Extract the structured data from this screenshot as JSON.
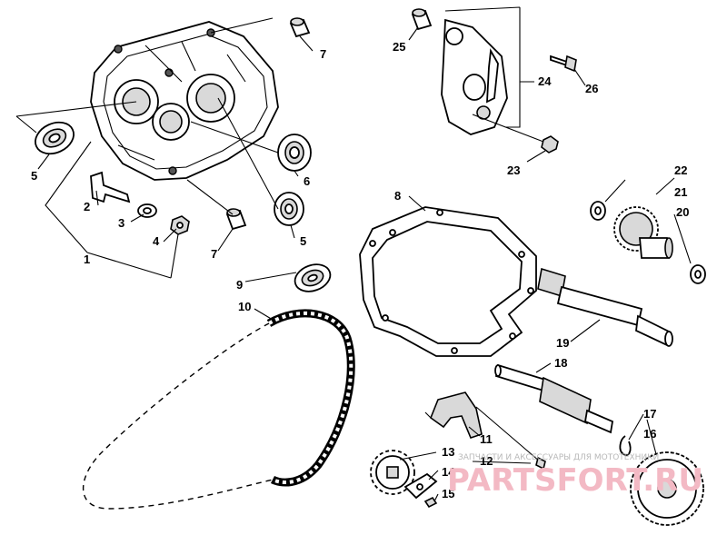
{
  "labels": [
    "1",
    "2",
    "3",
    "4",
    "5",
    "5",
    "6",
    "7",
    "7",
    "8",
    "9",
    "10",
    "11",
    "12",
    "13",
    "14",
    "15",
    "16",
    "17",
    "18",
    "19",
    "20",
    "21",
    "22",
    "23",
    "24",
    "25",
    "26"
  ],
  "watermark": {
    "caption": "ЗАПЧАСТИ И АКСЕССУАРЫ ДЛЯ МОТОТЕХНИКИ",
    "brand": "PARTSFORT.RU"
  }
}
